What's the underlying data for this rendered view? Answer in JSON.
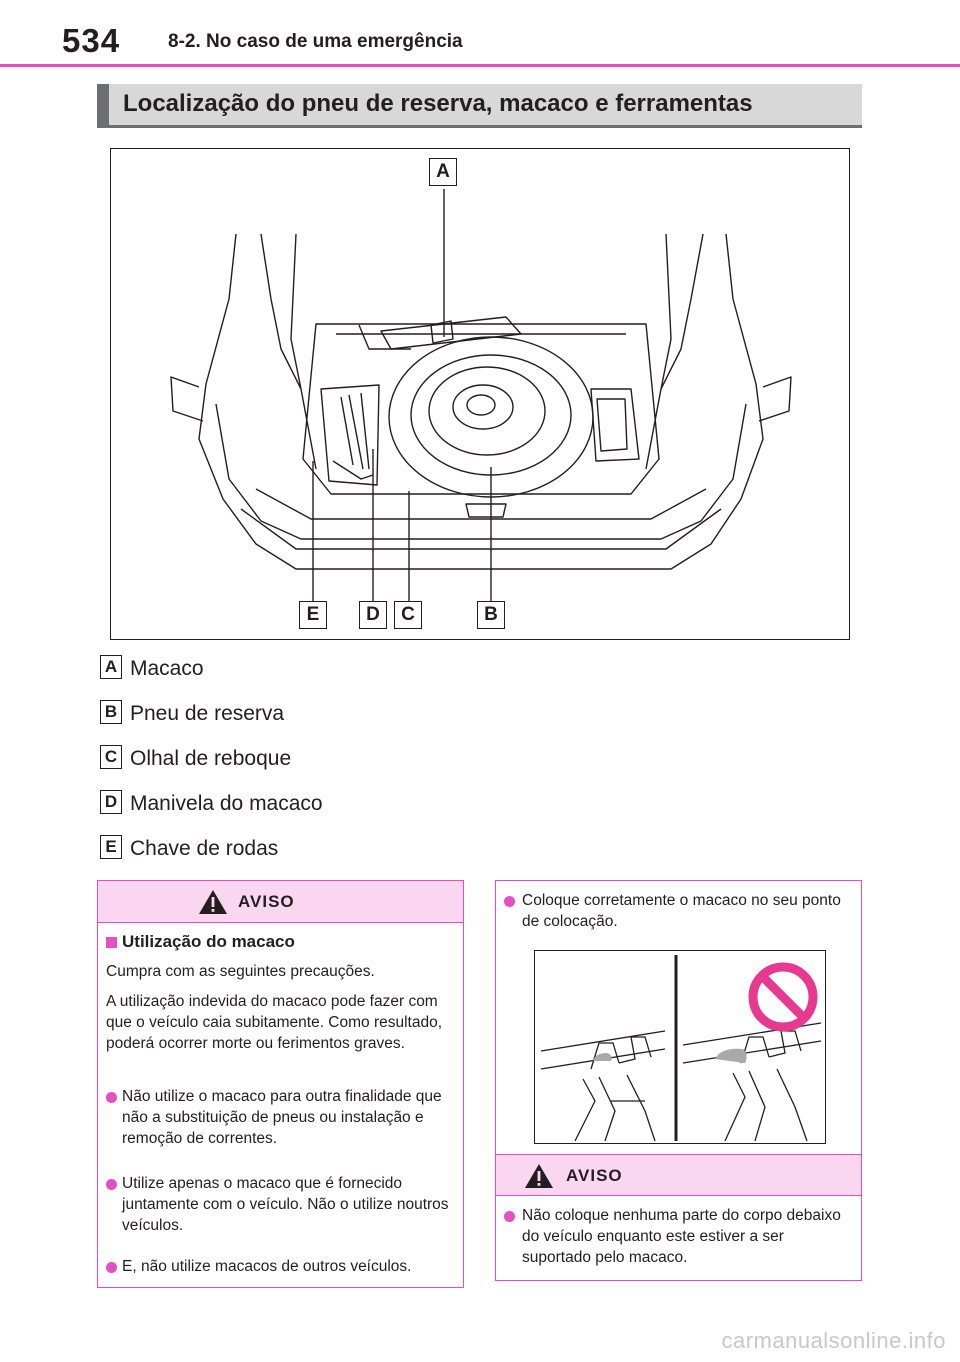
{
  "header": {
    "page_number": "534",
    "chapter": "8-2. No caso de uma emergência"
  },
  "section": {
    "title": "Localização do pneu de reserva, macaco e ferramentas"
  },
  "figure": {
    "callouts": [
      "A",
      "B",
      "C",
      "D",
      "E"
    ]
  },
  "legend": [
    {
      "key": "A",
      "label": "Macaco"
    },
    {
      "key": "B",
      "label": "Pneu de reserva"
    },
    {
      "key": "C",
      "label": "Olhal de reboque"
    },
    {
      "key": "D",
      "label": "Manivela do macaco"
    },
    {
      "key": "E",
      "label": "Chave de rodas"
    }
  ],
  "warning_left": {
    "title": "AVISO",
    "subheading": "Utilização do macaco",
    "intro": "Cumpra com as seguintes precauções.",
    "paragraph": "A utilização indevida do macaco pode fazer com que o veículo caia subitamente. Como resultado, poderá ocorrer morte ou ferimentos graves.",
    "bullets": [
      "Não utilize o macaco para outra finalidade que não a substituição de pneus ou instalação e remoção de correntes.",
      "Utilize apenas o macaco que é fornecido juntamente com o veículo. Não o utilize noutros veículos.",
      "E, não utilize macacos de outros veículos."
    ]
  },
  "warning_right": {
    "bullet_top": "Coloque corretamente o macaco no seu ponto de colocação.",
    "title": "AVISO",
    "bullet_bottom": "Não coloque nenhuma parte do corpo debaixo do veículo enquanto este estiver a ser suportado pelo macaco."
  },
  "colors": {
    "accent": "#e64fc2",
    "warning_fill": "#fbd6f1",
    "heading_bar": "#d8d8d8",
    "prohibition": "#e6398f"
  },
  "watermark": "carmanualsonline.info"
}
